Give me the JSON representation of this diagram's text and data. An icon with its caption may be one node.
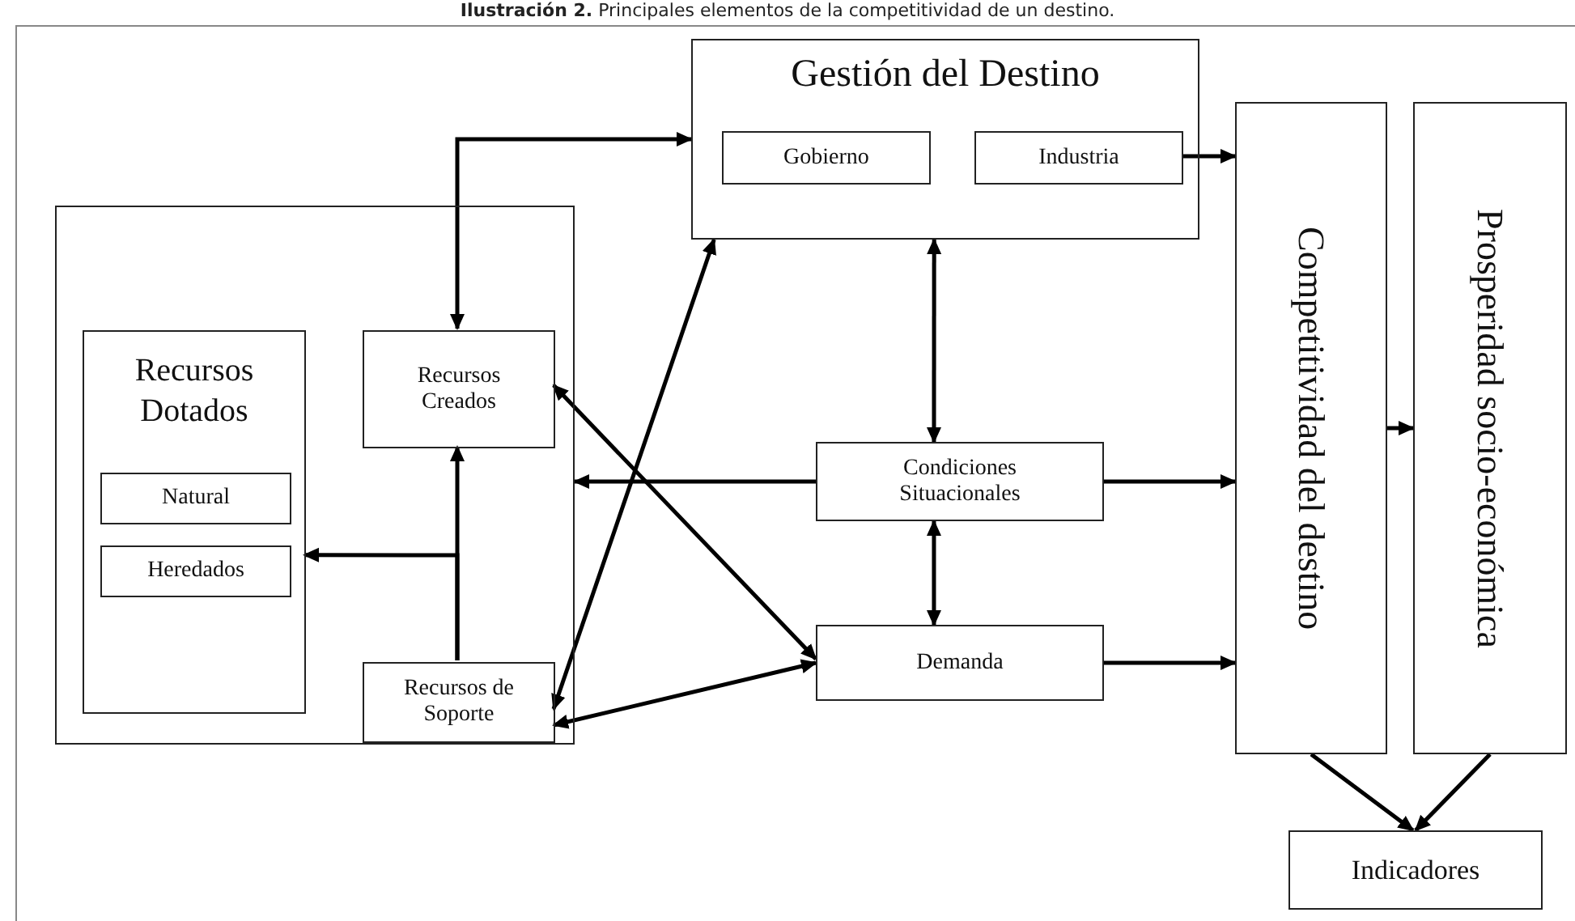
{
  "diagram": {
    "title": "**Ilustración 2.** Principales elementos de la competitividad de un destino.",
    "nodes": [
      {
        "text": [],
        "shape": "box"
      },
      {
        "text": [
          "Recursos Dotados"
        ],
        "in": 0
      },
      {
        "text": [
          "Natural"
        ],
        "in": 1
      },
      {
        "text": [
          "Heredados"
        ],
        "in": 1
      },
      {
        "text": [
          "Recursos Creados"
        ],
        "in": 0
      },
      {
        "text": [
          "Recursos de Soporte"
        ],
        "in": 0
      },
      {
        "text": [
          "Gestión del Destino"
        ]
      },
      {
        "text": [
          "Gobierno"
        ],
        "in": 6
      },
      {
        "text": [
          "Industria"
        ],
        "in": 6
      },
      {
        "text": [
          "Condiciones Situacionales"
        ]
      },
      {
        "text": [
          "Demanda"
        ]
      },
      {
        "text": [
          "Competitividad del destino"
        ]
      },
      {
        "text": [
          "Prosperidad socio-económica"
        ]
      },
      {
        "text": [
          "Indicadores"
        ]
      }
    ],
    "edges": [
      {
        "from": 5,
        "to": 4,
        "arrow": "to"
      },
      {
        "from": 5,
        "to": 1,
        "arrow": "to"
      },
      {
        "from": 4,
        "to": 6,
        "arrow": "both"
      },
      {
        "from": 6,
        "to": 5,
        "arrow": "both"
      },
      {
        "from": 4,
        "to": 10,
        "arrow": "both"
      },
      {
        "from": 5,
        "to": 10,
        "arrow": "both"
      },
      {
        "from": 9,
        "to": 0,
        "arrow": "to"
      },
      {
        "from": 6,
        "to": 9,
        "arrow": "both"
      },
      {
        "from": 9,
        "to": 10,
        "arrow": "both"
      },
      {
        "from": 9,
        "to": 11,
        "arrow": "to"
      },
      {
        "from": 10,
        "to": 11,
        "arrow": "to"
      },
      {
        "from": 8,
        "to": 11,
        "arrow": "to"
      },
      {
        "from": 11,
        "to": 12,
        "arrow": "to"
      },
      {
        "from": 11,
        "to": 13,
        "arrow": "to"
      },
      {
        "from": 12,
        "to": 13,
        "arrow": "to"
      }
    ]
  }
}
